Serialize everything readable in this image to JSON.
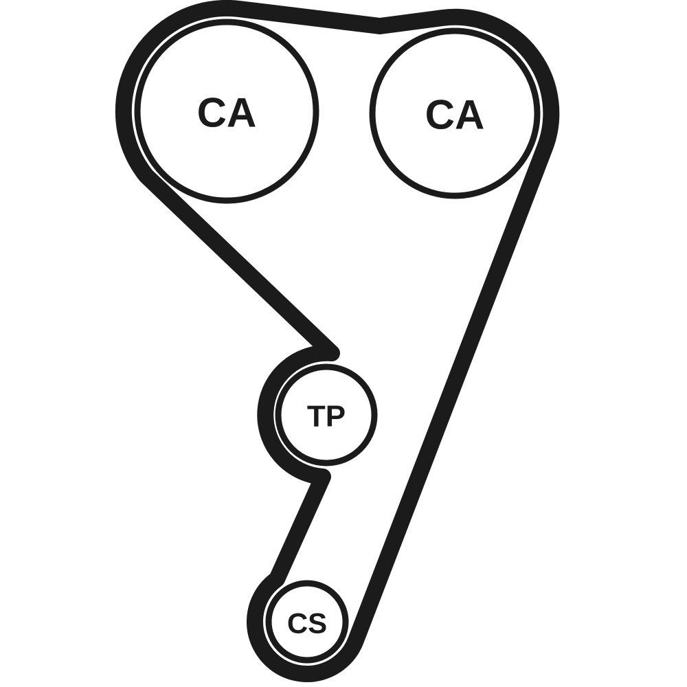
{
  "diagram_type": "timing-belt-routing",
  "pulleys": [
    {
      "id": "camshaft-left",
      "label": "CA"
    },
    {
      "id": "camshaft-right",
      "label": "CA"
    },
    {
      "id": "tensioner",
      "label": "TP"
    },
    {
      "id": "crankshaft",
      "label": "CS"
    }
  ],
  "colors": {
    "belt": "#1b1b1b",
    "pulley_outline": "#1b1b1b",
    "pulley_fill": "#ffffff",
    "background": "#ffffff"
  }
}
